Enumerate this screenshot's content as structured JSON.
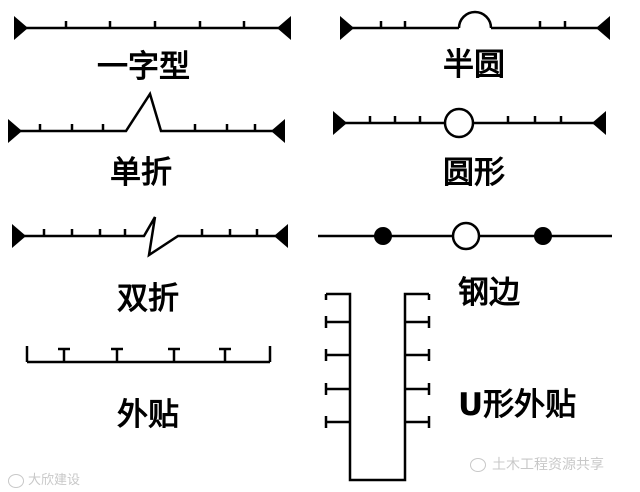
{
  "labels": {
    "straight": "一字型",
    "half_circle": "半圆",
    "single_fold": "单折",
    "circle": "圆形",
    "double_fold": "双折",
    "steel_edge": "钢边",
    "external": "外贴",
    "u_shape": "U形外贴"
  },
  "watermarks": {
    "left": "大欣建设",
    "right": "土木工程资源共享"
  },
  "icons": {
    "wm_left": "weibo-icon",
    "wm_right": "wechat-icon"
  },
  "colors": {
    "line": "#000000",
    "background": "#ffffff",
    "watermark": "#c8c8c8"
  }
}
